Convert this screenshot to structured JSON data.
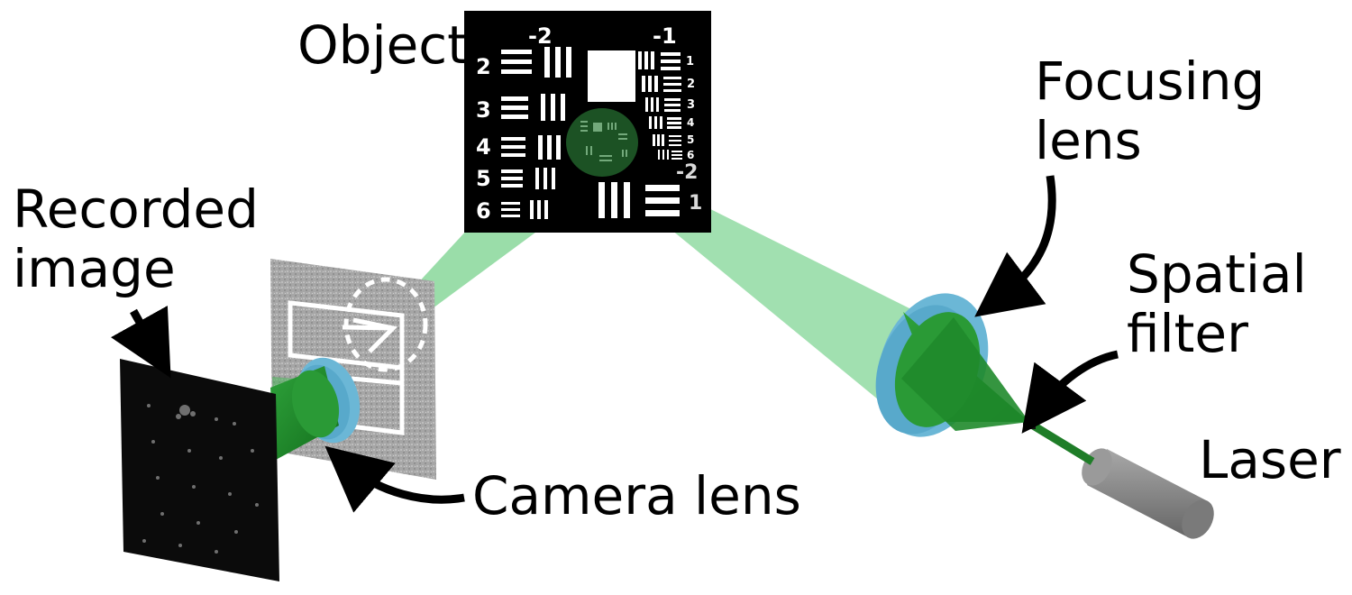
{
  "labels": {
    "object": "Object",
    "recorded_image_line1": "Recorded",
    "recorded_image_line2": "image",
    "focusing_lens_line1": "Focusing",
    "focusing_lens_line2": "lens",
    "spatial_filter_line1": "Spatial",
    "spatial_filter_line2": "filter",
    "laser": "Laser",
    "camera_lens": "Camera lens"
  },
  "target": {
    "group_top_left": "-2",
    "group_top_right": "-1",
    "group_inner": "-2",
    "left_elements": [
      "2",
      "3",
      "4",
      "5",
      "6"
    ],
    "right_elements": [
      "1",
      "2",
      "3",
      "4",
      "5",
      "6"
    ],
    "element_inner": "1"
  },
  "colors": {
    "beam_light": "#6fcf85",
    "beam_dark": "#1d8c2a",
    "lens_blue": "#6bb7d6",
    "laser_gray": "#8a8a8a",
    "target_bg": "#000000",
    "mask_gray": "#a9a9a9",
    "arrow": "#000000"
  }
}
